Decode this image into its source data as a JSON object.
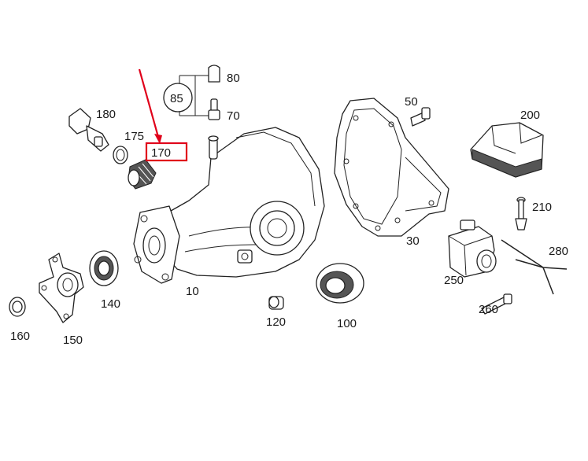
{
  "parts": [
    {
      "id": "p10",
      "label": "10"
    },
    {
      "id": "p30",
      "label": "30"
    },
    {
      "id": "p50",
      "label": "50"
    },
    {
      "id": "p70",
      "label": "70"
    },
    {
      "id": "p80",
      "label": "80"
    },
    {
      "id": "p85",
      "label": "85"
    },
    {
      "id": "p100",
      "label": "100"
    },
    {
      "id": "p120",
      "label": "120"
    },
    {
      "id": "p140",
      "label": "140"
    },
    {
      "id": "p150",
      "label": "150"
    },
    {
      "id": "p160",
      "label": "160"
    },
    {
      "id": "p170",
      "label": "170"
    },
    {
      "id": "p175",
      "label": "175"
    },
    {
      "id": "p180",
      "label": "180"
    },
    {
      "id": "p200",
      "label": "200"
    },
    {
      "id": "p210",
      "label": "210"
    },
    {
      "id": "p250",
      "label": "250"
    },
    {
      "id": "p260",
      "label": "260"
    },
    {
      "id": "p280",
      "label": "280"
    }
  ],
  "highlight": {
    "part_label": "170",
    "color": "#e0001a"
  },
  "colors": {
    "line": "#222222",
    "accent": "#e0001a",
    "background": "#ffffff"
  }
}
